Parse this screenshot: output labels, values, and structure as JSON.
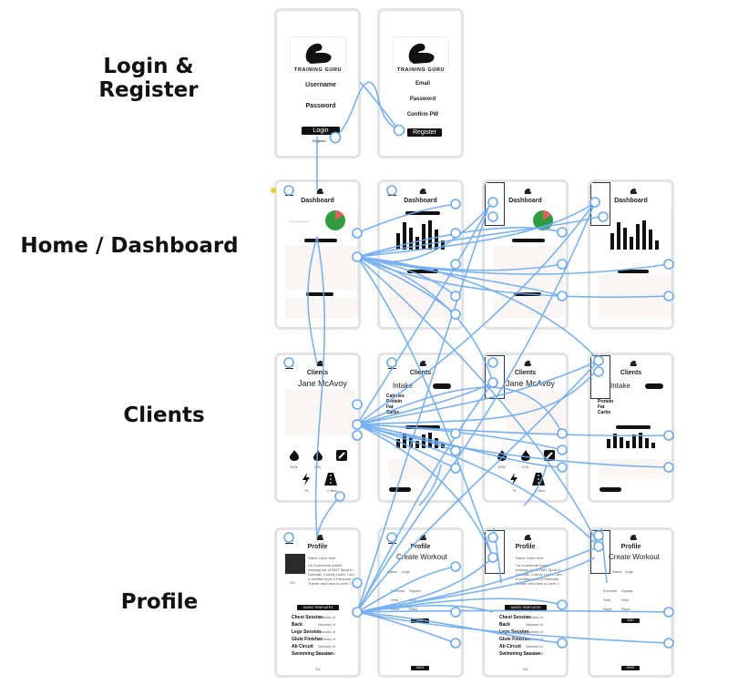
{
  "rows": [
    {
      "label": "Login & Register"
    },
    {
      "label": "Home / Dashboard"
    },
    {
      "label": "Clients"
    },
    {
      "label": "Profile"
    }
  ],
  "login": {
    "brand": "TRAINING GURU",
    "username_label": "Username",
    "password_label": "Password",
    "login_button": "Login",
    "register_link": "Register"
  },
  "register": {
    "brand": "TRAINING GURU",
    "email_label": "Email",
    "password_label": "Password",
    "confirm_label": "Confirm PW",
    "register_button": "Register"
  },
  "dashboard": {
    "title": "Dashboard"
  },
  "clients": {
    "title": "Clients",
    "selected_client": "Jane McAvoy",
    "intake_title": "Intake",
    "intake_rows": [
      "Calories",
      "Protein",
      "Fat",
      "Carbs"
    ],
    "stat_values": [
      "100k",
      "2.5L",
      "",
      "75",
      "2.5km"
    ]
  },
  "profile": {
    "title": "Profile",
    "name": "Name Goes here",
    "bio": "I'm a personal trainer working out of DMT Sport in Dundalk, County Louth. I am a certified level 3 Personal Trainer and have a Level 1",
    "templates_button": "SAVED TEMPLATES",
    "exercises": [
      "Chest Session",
      "Back",
      "Legs Session",
      "Glute Finisher",
      "Ab Circuit",
      "Swimming Session"
    ],
    "exercise_value": "Number of",
    "create_title": "Create Workout",
    "name_field": "Name",
    "name_value": "Legs",
    "exercise_field": "Exercise",
    "exercise_value2": "Squats",
    "sets_field": "Sets",
    "sets_value": "Sets",
    "reps_field": "Reps",
    "reps_value": "Reps",
    "add_button": "ADD",
    "save_button": "SAVE",
    "checkbox_label": "SG"
  },
  "colors": {
    "wire": "#6aaaf5",
    "pie_green": "#2e9d3e",
    "pie_red": "#e06060",
    "frame_border": "#e3e3e3"
  }
}
